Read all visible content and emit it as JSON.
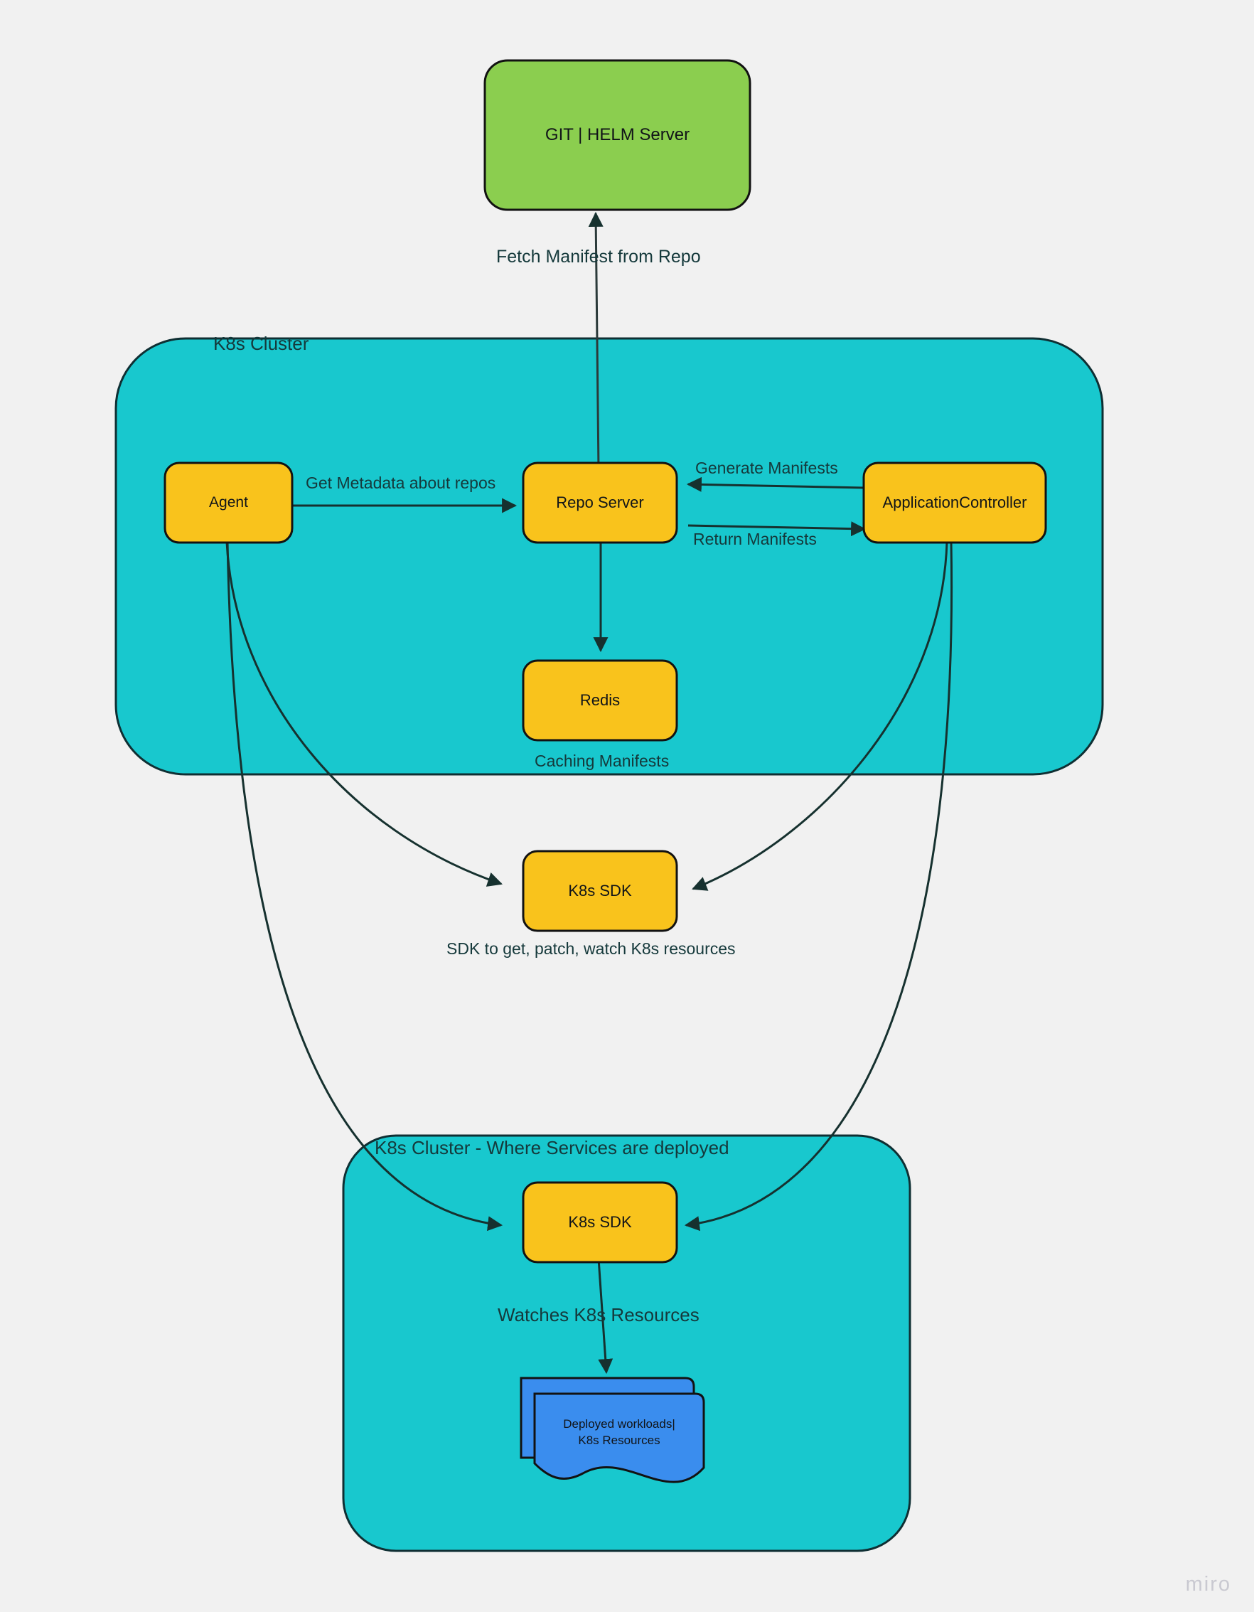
{
  "canvas": {
    "background_color": "#f1f1f1",
    "watermark": "miro"
  },
  "palette": {
    "cluster_fill": "#18C8CE",
    "cluster_stroke": "#0f2f33",
    "git_fill": "#8BCE4F",
    "service_fill": "#F9C31C",
    "document_fill": "#3A8DEE",
    "stroke": "#16312f",
    "text": "#15393b"
  },
  "nodes": {
    "git_helm_server": {
      "label": "GIT | HELM Server"
    },
    "cluster_top": {
      "label": "K8s Cluster"
    },
    "agent": {
      "label": "Agent"
    },
    "repo_server": {
      "label": "Repo Server"
    },
    "application_controller": {
      "label": "ApplicationController"
    },
    "redis": {
      "label": "Redis"
    },
    "k8s_sdk_top": {
      "label": "K8s SDK"
    },
    "cluster_bottom": {
      "label": "K8s Cluster - Where Services are deployed"
    },
    "k8s_sdk_bottom": {
      "label": "K8s SDK"
    },
    "deployed_workloads": {
      "line1": "Deployed workloads|",
      "line2": "K8s Resources"
    }
  },
  "edge_labels": {
    "fetch_manifest": "Fetch Manifest from Repo",
    "get_metadata": "Get Metadata about repos",
    "generate_manifests": "Generate Manifests",
    "return_manifests": "Return Manifests",
    "caching_manifests": "Caching Manifests",
    "sdk_caption": "SDK to get, patch, watch K8s resources",
    "watches_resources": "Watches K8s Resources"
  }
}
